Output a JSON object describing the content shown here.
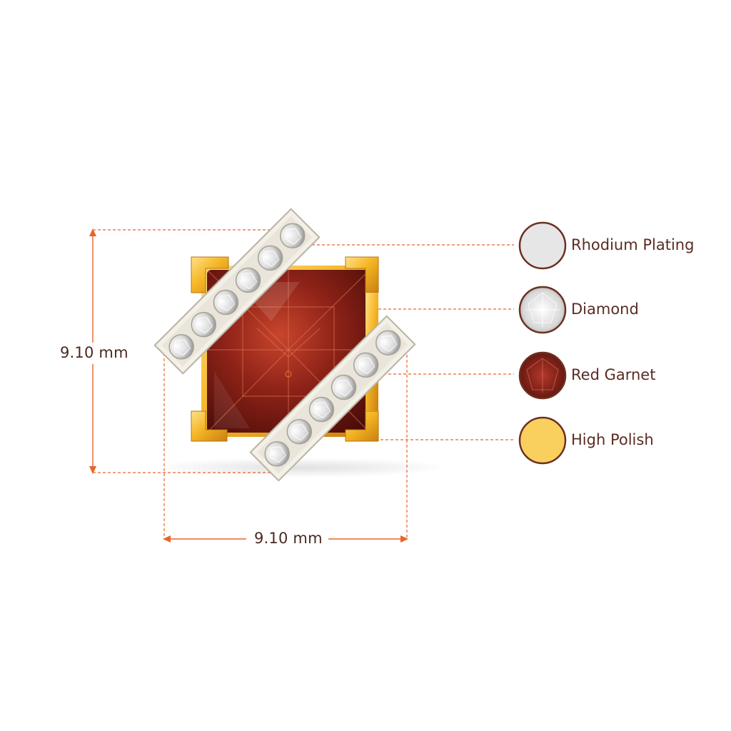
{
  "dimensions": {
    "height_label": "9.10 mm",
    "width_label": "9.10 mm"
  },
  "legend": [
    {
      "label": "Rhodium Plating",
      "icon": "rhodium-swatch-icon",
      "color": "#e6e6e6"
    },
    {
      "label": "Diamond",
      "icon": "diamond-swatch-icon",
      "color": "#f2f2f2"
    },
    {
      "label": "Red Garnet",
      "icon": "garnet-swatch-icon",
      "color": "#7a1d14"
    },
    {
      "label": "High Polish",
      "icon": "gold-swatch-icon",
      "color": "#f9cf5e"
    }
  ],
  "colors": {
    "dimension_line": "#e8652a",
    "swatch_border": "#6b3022",
    "text": "#5a2c22",
    "gold": "#f0b223",
    "garnet": "#8a1f16",
    "band": "#f4f1ea"
  }
}
